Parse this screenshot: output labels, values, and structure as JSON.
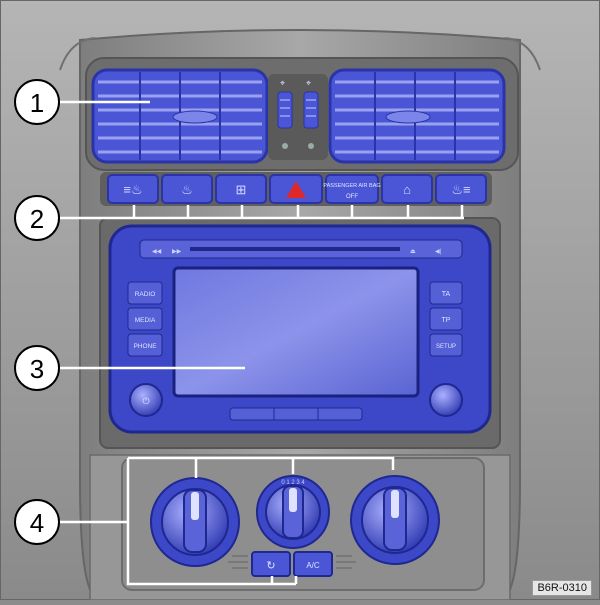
{
  "callouts": [
    {
      "number": "1",
      "target": "air-vents"
    },
    {
      "number": "2",
      "target": "button-strip"
    },
    {
      "number": "3",
      "target": "radio-display"
    },
    {
      "number": "4",
      "target": "climate-control-knobs"
    }
  ],
  "radio": {
    "left_buttons": [
      "RADIO",
      "MEDIA",
      "PHONE"
    ],
    "right_buttons": [
      "TA",
      "TP",
      "SETUP"
    ]
  },
  "button_strip": {
    "airbag_text": "PASSENGER AIR BAG",
    "airbag_state": "OFF"
  },
  "climate": {
    "recirc_label": "",
    "ac_label": "A/C"
  },
  "figure_id": "B6R-0310",
  "colors": {
    "highlight_blue": "#3a48c8",
    "highlight_fill": "#4a56d6",
    "dashboard_gray": "#9a9a9a",
    "callout_fill": "#ffffff"
  }
}
